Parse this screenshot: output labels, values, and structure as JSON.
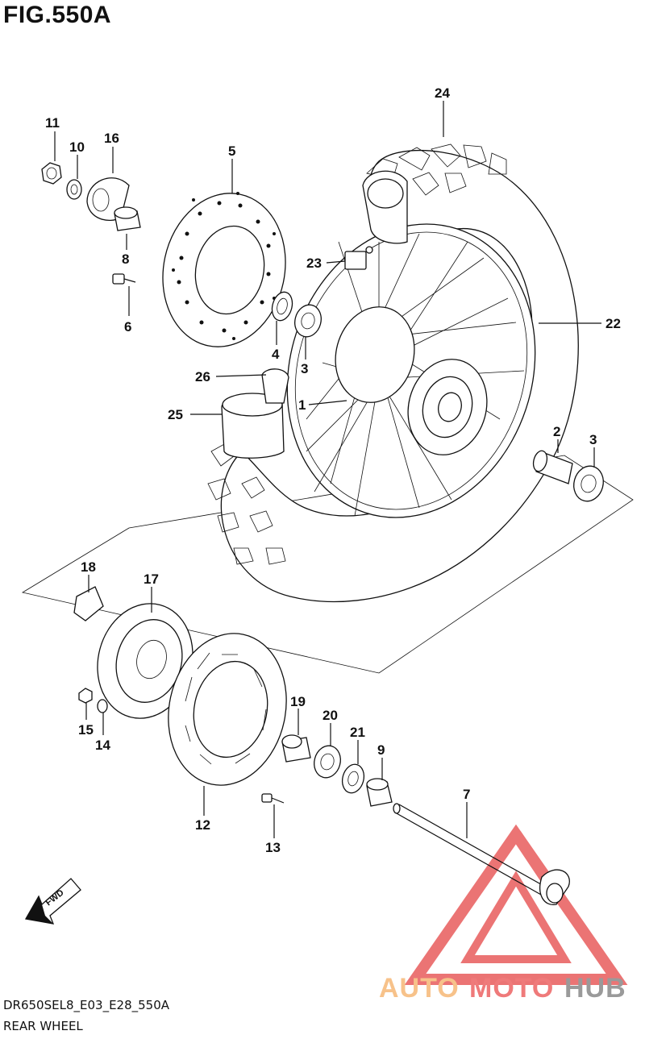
{
  "figure": {
    "title": "FIG.550A",
    "code": "DR650SEL8_E03_E28_550A",
    "name": "REAR WHEEL"
  },
  "fwd_label": "FWD",
  "watermark": {
    "part1": "AUTO",
    "part2": "MOTO",
    "part3": "HUB",
    "colors": {
      "auto": "#f7c28a",
      "moto": "#ef7a7a",
      "hub": "#9a9a9a",
      "logo": "#e85c5c"
    }
  },
  "callouts": [
    "1",
    "2",
    "3",
    "3",
    "4",
    "5",
    "6",
    "7",
    "8",
    "9",
    "10",
    "11",
    "12",
    "13",
    "14",
    "15",
    "16",
    "17",
    "18",
    "19",
    "20",
    "21",
    "22",
    "23",
    "24",
    "25",
    "26"
  ]
}
